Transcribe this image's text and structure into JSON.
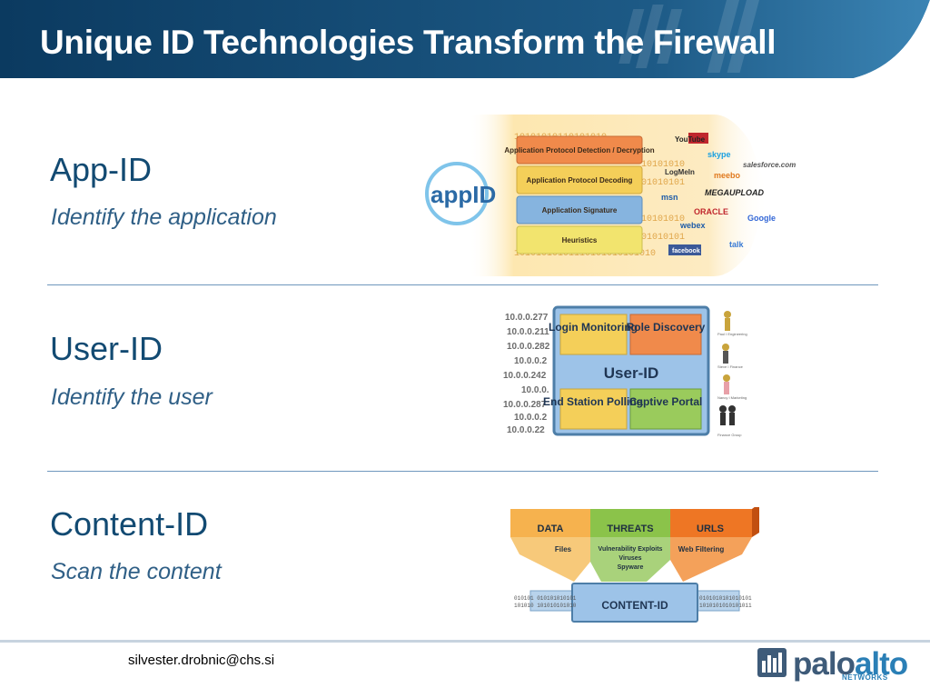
{
  "slide": {
    "title": "Unique ID Technologies Transform the Firewall"
  },
  "sections": [
    {
      "title": "App-ID",
      "subtitle": "Identify the application"
    },
    {
      "title": "User-ID",
      "subtitle": "Identify the user"
    },
    {
      "title": "Content-ID",
      "subtitle": "Scan the content"
    }
  ],
  "appid_diagram": {
    "logo_text": "appID",
    "layers": [
      "Application Protocol Detection / Decryption",
      "Application Protocol Decoding",
      "Application Signature",
      "Heuristics"
    ],
    "apps": [
      "YouTube",
      "skype",
      "salesforce.com",
      "LogMeIn",
      "meebo",
      "msn",
      "MEGAUPLOAD",
      "ORACLE",
      "webex",
      "Google",
      "facebook",
      "talk"
    ],
    "binary": "10101010101110101010101010"
  },
  "userid_diagram": {
    "title": "User-ID",
    "boxes": [
      "Login Monitoring",
      "Role Discovery",
      "End Station Polling",
      "Captive Portal"
    ],
    "ips": [
      "10.0.0.277",
      "10.0.0.211",
      "10.0.0.282",
      "10.0.0.2",
      "10.0.0.242",
      "10.0.0.",
      "10.0.0.287",
      "10.0.0.2",
      "10.0.0.22"
    ],
    "users": [
      "Paul I Engineering",
      "Steve I Finance",
      "Nancy I Marketing",
      "Finance Group"
    ]
  },
  "contentid_diagram": {
    "title": "CONTENT-ID",
    "columns": [
      {
        "head": "DATA",
        "body": "Files"
      },
      {
        "head": "THREATS",
        "body": "Vulnerability Exploits\nViruses\nSpyware"
      },
      {
        "head": "URLS",
        "body": "Web Filtering"
      }
    ],
    "binary_left": [
      "010101 010101010101",
      "101010 101010101010"
    ],
    "binary_right": [
      "0101010101010101",
      "1010101010101011"
    ]
  },
  "footer": {
    "email": "silvester.drobnic@chs.si",
    "logo_palo": "palo",
    "logo_alto": "alto",
    "logo_networks": "NETWORKS"
  },
  "colors": {
    "header_dark": "#0d3f66",
    "header_light": "#2c6f9b",
    "title_text": "#124a72",
    "subtitle_text": "#2f5f86",
    "orange": "#f08a4b",
    "yellow": "#f4cf59",
    "blue_box": "#86b4df",
    "green": "#9acb5c"
  }
}
